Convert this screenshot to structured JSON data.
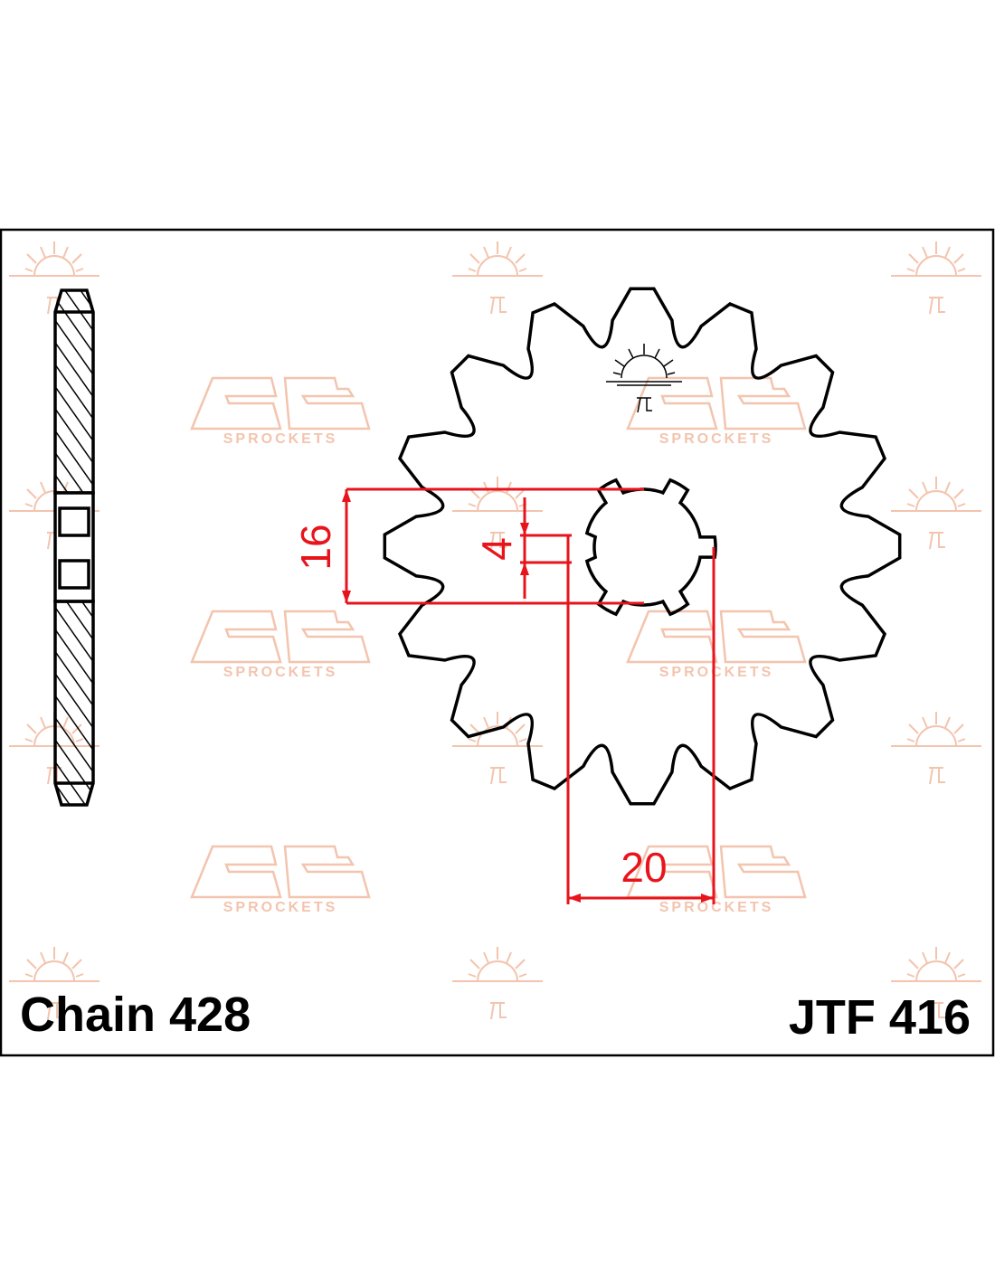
{
  "title": {
    "chain": "Chain 428",
    "part_number": "JTF 416"
  },
  "dimensions": {
    "spline_outer": "16",
    "key_width": "4",
    "width": "20"
  },
  "sprocket": {
    "teeth": 16
  },
  "watermark": {
    "brand": "JT",
    "text": "SPROCKETS"
  },
  "colors": {
    "outline": "#000000",
    "dimension": "#e8141c",
    "watermark": "#f3c4ae"
  }
}
